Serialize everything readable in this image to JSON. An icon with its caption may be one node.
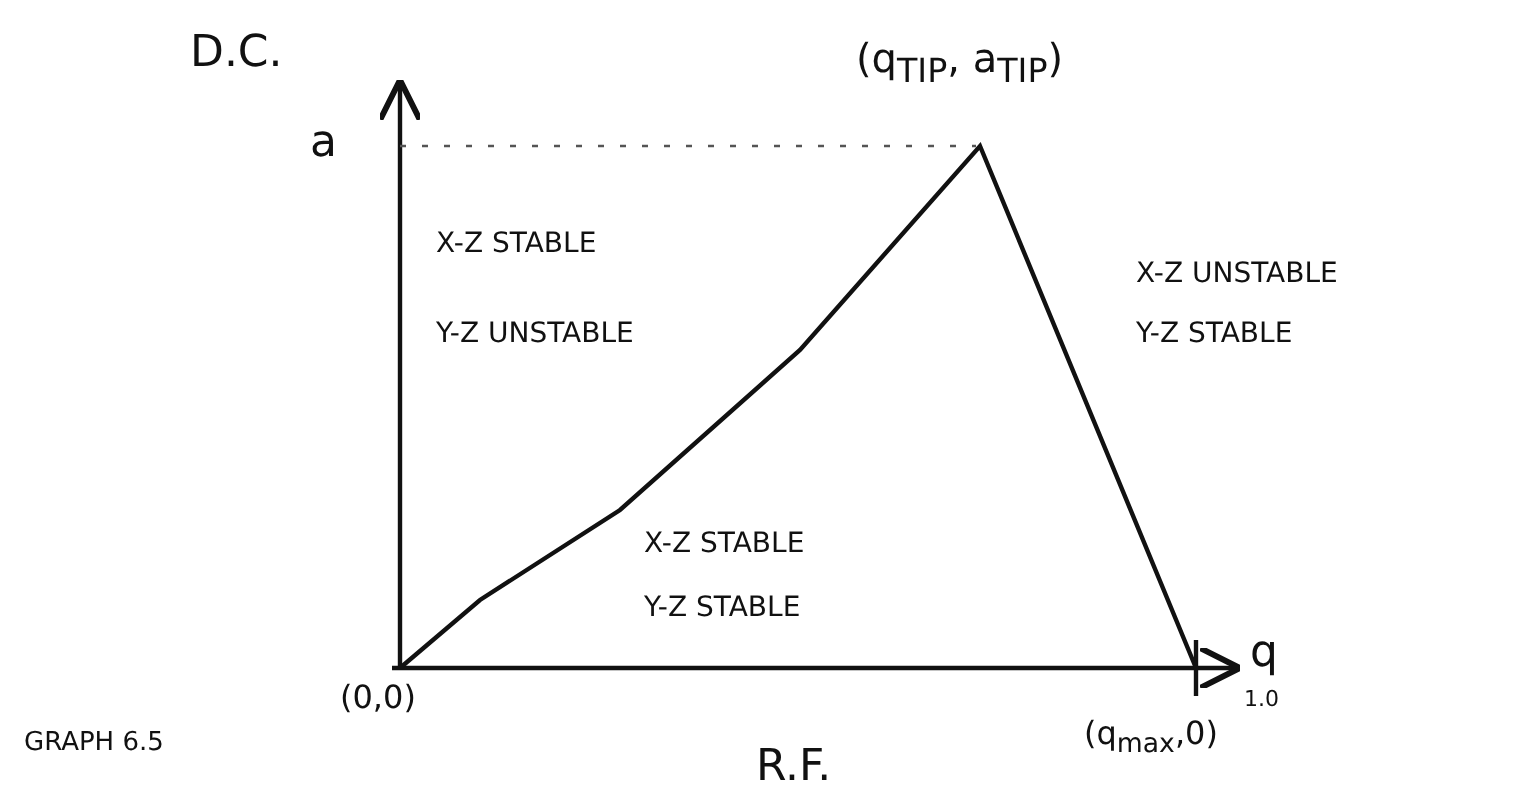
{
  "diagram": {
    "labels": [
      "D.C.",
      "(q$_{TIP}$, a$_{TIP}$)",
      "a",
      "X-Z STABLE",
      "Y-Z UNSTABLE",
      "X-Z UNSTABLE",
      "Y-Z STABLE",
      "X-Z STABLE",
      "Y-Z STABLE",
      "q",
      "(0,0)",
      "1.0",
      "(q$_{max}$,0)",
      "GRAPH 6.5",
      "R.F."
    ]
  }
}
